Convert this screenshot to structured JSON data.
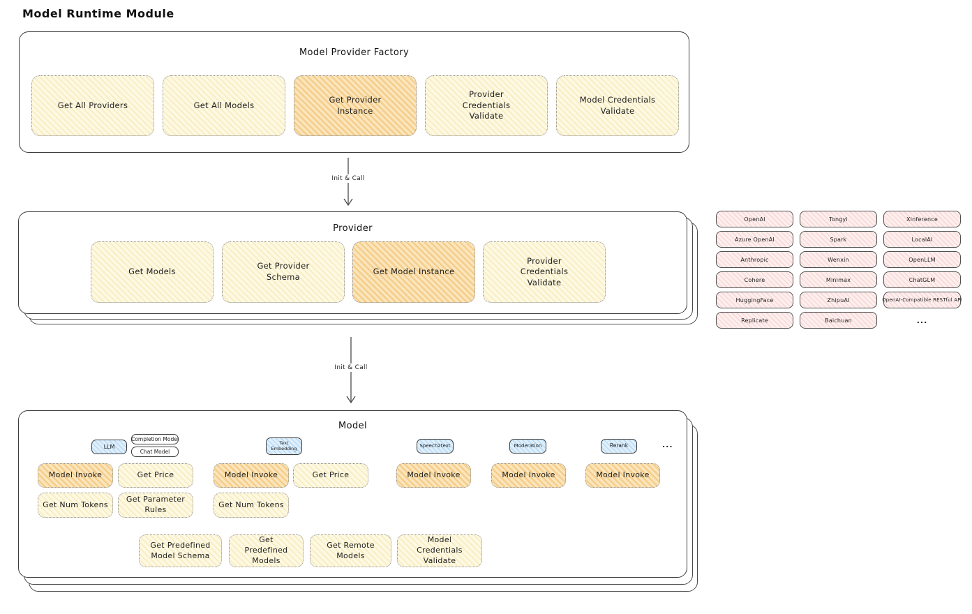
{
  "page": {
    "title": "Model Runtime Module"
  },
  "factory": {
    "title": "Model Provider Factory",
    "buttons": [
      {
        "label": "Get All Providers",
        "highlight": false
      },
      {
        "label": "Get All Models",
        "highlight": false
      },
      {
        "label": "Get Provider Instance",
        "highlight": true
      },
      {
        "label": "Provider Credentials Validate",
        "highlight": false
      },
      {
        "label": "Model Credentials Validate",
        "highlight": false
      }
    ]
  },
  "flows": {
    "factory_to_provider": "Init & Call",
    "provider_to_model": "Init & Call"
  },
  "provider": {
    "title": "Provider",
    "buttons": [
      {
        "label": "Get Models",
        "highlight": false
      },
      {
        "label": "Get Provider Schema",
        "highlight": false
      },
      {
        "label": "Get Model Instance",
        "highlight": true
      },
      {
        "label": "Provider Credentials Validate",
        "highlight": false
      }
    ]
  },
  "provider_catalog": {
    "items": [
      "OpenAI",
      "Azure OpenAI",
      "Anthropic",
      "Cohere",
      "HuggingFace",
      "Replicate",
      "Tongyi",
      "Spark",
      "Wenxin",
      "Minimax",
      "ZhipuAI",
      "Baichuan",
      "Xinference",
      "LocalAI",
      "OpenLLM",
      "ChatGLM",
      "OpenAI-Compatible RESTful API"
    ],
    "more": "..."
  },
  "model": {
    "title": "Model",
    "types": {
      "llm": "LLM",
      "completion": "Completion Model",
      "chat": "Chat Model",
      "text_embedding": "Text Embedding",
      "speech2text": "Speech2text",
      "moderation": "Moderation",
      "rerank": "Rerank",
      "more": "..."
    },
    "ops": {
      "model_invoke": "Model Invoke",
      "get_price": "Get Price",
      "get_num_tokens": "Get Num Tokens",
      "get_parameter_rules": "Get Parameter Rules"
    },
    "common_ops": [
      "Get Predefined Model Schema",
      "Get Predefined Models",
      "Get Remote Models",
      "Model Credentials Validate"
    ]
  },
  "colors": {
    "node_yellow": "#fdf8e2",
    "node_highlight": "#fae4b8",
    "provider_pink": "#fdeeed",
    "type_blue": "#ddeefb",
    "stroke": "#3c3c3c"
  }
}
